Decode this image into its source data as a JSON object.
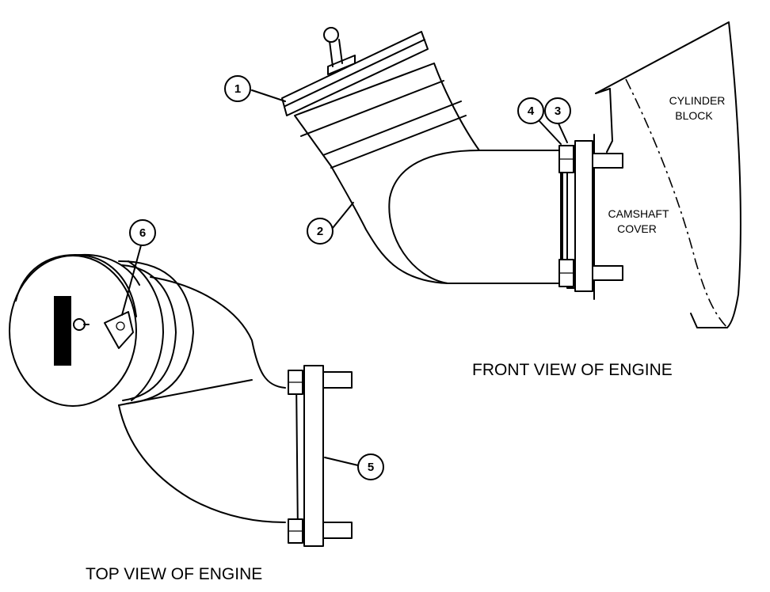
{
  "labels": {
    "cylinder_block_line1": "CYLINDER",
    "cylinder_block_line2": "BLOCK",
    "camshaft_cover_line1": "CAMSHAFT",
    "camshaft_cover_line2": "COVER"
  },
  "captions": {
    "front_view": "FRONT VIEW OF ENGINE",
    "top_view": "TOP VIEW OF ENGINE"
  },
  "callouts": {
    "c1": "1",
    "c2": "2",
    "c3": "3",
    "c4": "4",
    "c5": "5",
    "c6": "6"
  }
}
